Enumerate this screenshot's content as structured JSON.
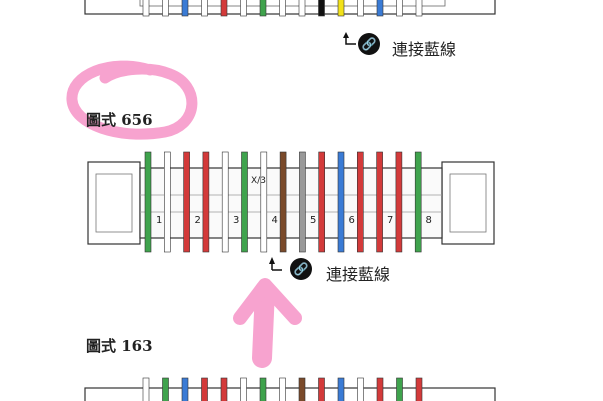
{
  "top_connector": {
    "link_label": "連接藍線",
    "wire_colors": [
      "#ffffff",
      "#ffffff",
      "#3a7bd5",
      "#ffffff",
      "#d33a3a",
      "#ffffff",
      "#3fa34d",
      "#ffffff",
      "#ffffff",
      "#111111",
      "#f2e21a",
      "#ffffff",
      "#3a7bd5",
      "#ffffff",
      "#ffffff"
    ]
  },
  "diagram_656": {
    "title": "圖式 656",
    "fraction_mark": "X/3",
    "link_label": "連接藍線",
    "positions": [
      "1",
      "2",
      "3",
      "4",
      "5",
      "6",
      "7",
      "8"
    ],
    "wire_colors": [
      "#3fa34d",
      "#ffffff",
      "#d33a3a",
      "#d33a3a",
      "#ffffff",
      "#3fa34d",
      "#ffffff",
      "#7a4a2a",
      "#999999",
      "#d33a3a",
      "#3a7bd5",
      "#d33a3a",
      "#d33a3a",
      "#d33a3a",
      "#3fa34d"
    ]
  },
  "diagram_163": {
    "title": "圖式 163",
    "wire_colors": [
      "#ffffff",
      "#3fa34d",
      "#3a7bd5",
      "#d33a3a",
      "#d33a3a",
      "#ffffff",
      "#3fa34d",
      "#ffffff",
      "#7a4a2a",
      "#d33a3a",
      "#3a7bd5",
      "#ffffff",
      "#d33a3a",
      "#3fa34d",
      "#d33a3a"
    ]
  },
  "annotation": {
    "circle_color": "#f7a3cf",
    "arrow_color": "#f7a3cf"
  }
}
